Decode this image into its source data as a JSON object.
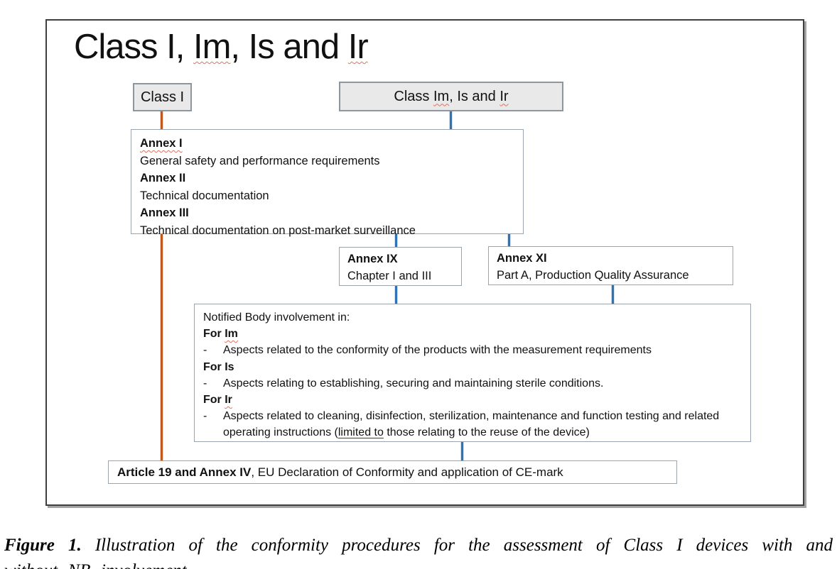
{
  "colors": {
    "accent_blue": "#2E74B5",
    "accent_orange": "#C05A1C",
    "box_border": "#9AA4B0",
    "gray_fill": "#E9E9E9",
    "squiggle_red": "#DC7260"
  },
  "title": {
    "pre": "Class I, ",
    "im": "Im",
    "mid": ", Is and ",
    "ir": "Ir"
  },
  "nodes": {
    "class1": {
      "label": "Class I"
    },
    "classim": {
      "pre": "Class ",
      "im": "Im",
      "mid": ", Is and ",
      "ir": "Ir"
    },
    "annex": {
      "h1": "Annex I",
      "t1": "General safety and performance requirements",
      "h2": "Annex II",
      "t2": "Technical documentation",
      "h3": "Annex III",
      "t3": "Technical documentation on post-market surveillance"
    },
    "annex_ix": {
      "heading": "Annex IX",
      "body": "Chapter I and III"
    },
    "annex_xi": {
      "heading": "Annex XI",
      "body": "Part A, Production Quality Assurance"
    },
    "nb": {
      "intro": "Notified Body involvement in:",
      "dash": "-",
      "for_im_pre": "For ",
      "for_im_sq": "Im",
      "bullet_im": "Aspects related to the conformity of the products with the measurement requirements",
      "for_is": "For Is",
      "bullet_is": "Aspects relating to establishing, securing and maintaining sterile conditions.",
      "for_ir_pre": "For ",
      "for_ir_sq": "Ir",
      "bullet_ir_pre": "Aspects related to cleaning, disinfection, sterilization, maintenance and function testing and related operating instructions (",
      "bullet_ir_ul": "limited to",
      "bullet_ir_post": " those relating to the reuse of the device)"
    },
    "article": {
      "bold": "Article 19 and Annex IV",
      "rest": ", EU Declaration of Conformity and application of CE-mark"
    }
  },
  "caption": {
    "label": "Figure 1.",
    "text": "Illustration of the conformity procedures for the assessment of Class I devices with and without NB involvement."
  }
}
